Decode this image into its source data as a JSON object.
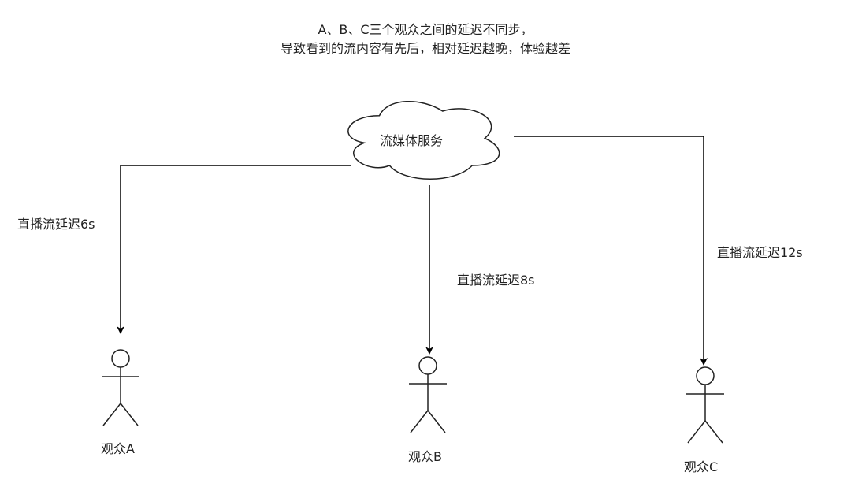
{
  "title": {
    "line1": "A、B、C三个观众之间的延迟不同步，",
    "line2": "导致看到的流内容有先后，相对延迟越晚，体验越差"
  },
  "server": {
    "label": "流媒体服务",
    "icon": "cloud-icon"
  },
  "viewers": [
    {
      "label": "观众A",
      "delay_label": "直播流延迟6s",
      "icon": "person-icon"
    },
    {
      "label": "观众B",
      "delay_label": "直播流延迟8s",
      "icon": "person-icon"
    },
    {
      "label": "观众C",
      "delay_label": "直播流延迟12s",
      "icon": "person-icon"
    }
  ]
}
